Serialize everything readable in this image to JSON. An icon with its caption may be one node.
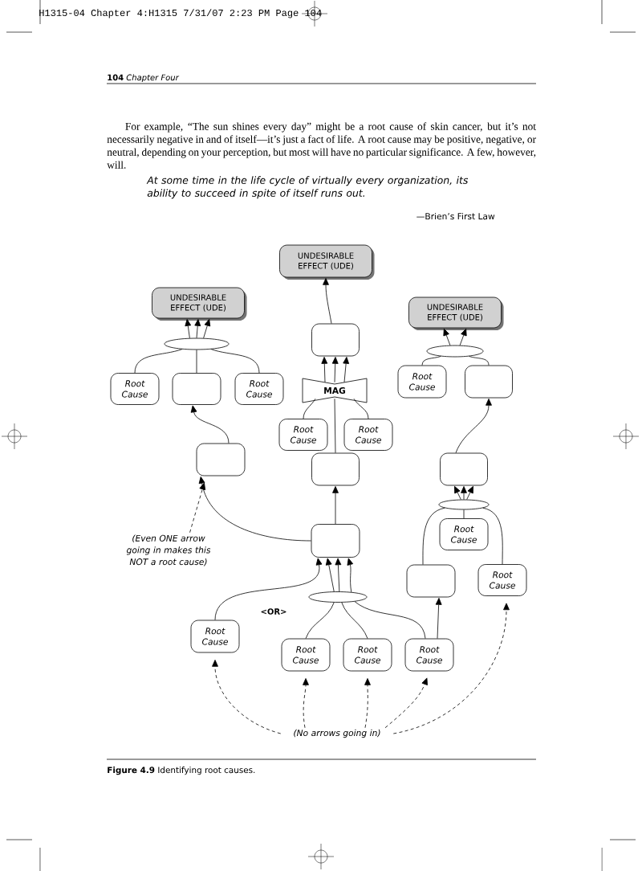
{
  "diagram": {
    "caption": "**Figure 4.9** Identifying root causes.",
    "nodes": [
      {
        "text": [
          "UNDESIRABLE EFFECT (UDE)"
        ]
      },
      {
        "text": [
          "UNDESIRABLE EFFECT (UDE)"
        ]
      },
      {
        "text": [
          "UNDESIRABLE EFFECT (UDE)"
        ]
      },
      {
        "text": [],
        "shape": "ellipse"
      },
      {
        "text": [
          "Root Cause"
        ]
      },
      {
        "text": [],
        "shape": "box"
      },
      {
        "text": [
          "Root Cause"
        ]
      },
      {
        "text": [],
        "shape": "box"
      },
      {
        "text": [
          "MAG"
        ]
      },
      {
        "text": [
          "Root Cause"
        ]
      },
      {
        "text": [
          "Root Cause"
        ]
      },
      {
        "text": [],
        "shape": "box"
      },
      {
        "text": [],
        "shape": "box"
      },
      {
        "text": [],
        "shape": "ellipse"
      },
      {
        "text": [
          "Root Cause"
        ]
      },
      {
        "text": [],
        "shape": "box"
      },
      {
        "text": [],
        "shape": "box"
      },
      {
        "text": [],
        "shape": "ellipse"
      },
      {
        "text": [
          "Root Cause"
        ]
      },
      {
        "text": [],
        "shape": "box"
      },
      {
        "text": [
          "Root Cause"
        ]
      },
      {
        "text": [],
        "shape": "box"
      },
      {
        "text": [],
        "shape": "ellipse"
      },
      {
        "text": [
          "Root Cause"
        ]
      },
      {
        "text": [
          "Root Cause"
        ]
      },
      {
        "text": [
          "Root Cause"
        ]
      },
      {
        "text": [
          "Root Cause"
        ]
      },
      {
        "text": [
          "(Even ONE arrow going in makes this NOT a root cause)"
        ]
      },
      {
        "text": [
          "(No arrows going in)"
        ]
      }
    ],
    "edges": [
      {
        "from": 3,
        "to": 0,
        "arrow": "to"
      },
      {
        "from": 3,
        "to": 0,
        "arrow": "to"
      },
      {
        "from": 3,
        "to": 0,
        "arrow": "to"
      },
      {
        "from": 4,
        "to": 3,
        "arrow": "none"
      },
      {
        "from": 11,
        "to": 3,
        "arrow": "none"
      },
      {
        "from": 6,
        "to": 3,
        "arrow": "none"
      },
      {
        "from": 12,
        "to": 11,
        "arrow": "to"
      },
      {
        "from": 19,
        "to": 12,
        "arrow": "to"
      },
      {
        "from": 5,
        "to": 1,
        "arrow": "to"
      },
      {
        "from": 8,
        "to": 5,
        "arrow": "to"
      },
      {
        "from": 8,
        "to": 5,
        "arrow": "to"
      },
      {
        "from": 8,
        "to": 5,
        "arrow": "to"
      },
      {
        "from": 9,
        "to": 8,
        "arrow": "none"
      },
      {
        "from": 10,
        "to": 8,
        "arrow": "none"
      },
      {
        "from": 15,
        "to": 8,
        "arrow": "none"
      },
      {
        "from": 19,
        "to": 15,
        "arrow": "to"
      },
      {
        "from": 13,
        "to": 2,
        "arrow": "to"
      },
      {
        "from": 13,
        "to": 2,
        "arrow": "to"
      },
      {
        "from": 14,
        "to": 13,
        "arrow": "none"
      },
      {
        "from": 7,
        "to": 13,
        "arrow": "none"
      },
      {
        "from": 16,
        "to": 7,
        "arrow": "to"
      },
      {
        "from": 17,
        "to": 16,
        "arrow": "to"
      },
      {
        "from": 17,
        "to": 16,
        "arrow": "to"
      },
      {
        "from": 17,
        "to": 16,
        "arrow": "to"
      },
      {
        "from": 21,
        "to": 17,
        "arrow": "none"
      },
      {
        "from": 18,
        "to": 17,
        "arrow": "none"
      },
      {
        "from": 20,
        "to": 17,
        "arrow": "none"
      },
      {
        "from": 26,
        "to": 21,
        "arrow": "to"
      },
      {
        "from": 23,
        "to": 19,
        "arrow": "to"
      },
      {
        "from": 22,
        "to": 19,
        "arrow": "to"
      },
      {
        "from": 22,
        "to": 19,
        "arrow": "to"
      },
      {
        "from": 22,
        "to": 19,
        "arrow": "to"
      },
      {
        "from": 24,
        "to": 22,
        "arrow": "none"
      },
      {
        "from": 25,
        "to": 22,
        "arrow": "none"
      },
      {
        "from": 26,
        "to": 22,
        "arrow": "none"
      },
      {
        "from": 27,
        "to": 12,
        "arrow": "to",
        "style": "dashed"
      },
      {
        "from": 28,
        "to": 23,
        "arrow": "to",
        "style": "dashed"
      },
      {
        "from": 28,
        "to": 24,
        "arrow": "to",
        "style": "dashed"
      },
      {
        "from": 28,
        "to": 25,
        "arrow": "to",
        "style": "dashed"
      },
      {
        "from": 28,
        "to": 26,
        "arrow": "to",
        "style": "dashed"
      },
      {
        "from": 28,
        "to": 20,
        "arrow": "to",
        "style": "dashed"
      }
    ],
    "labels": [
      "H1315-04 Chapter 4:H1315 7/31/07 2:23 PM Page 104",
      "104",
      "Chapter Four",
      "For example, “The sun shines every day” might be a root cause of skin cancer, but it’s not necessarily negative in and of itself—it’s just a fact of life. A root cause may be positive, negative, or neutral, depending on your perception, but most will have no particular significance. A few, however, will.",
      "At some time in the life cycle of virtually every organization, its ability to succeed in spite of itself runs out.",
      "—Brien’s First Law",
      "<OR>"
    ]
  }
}
